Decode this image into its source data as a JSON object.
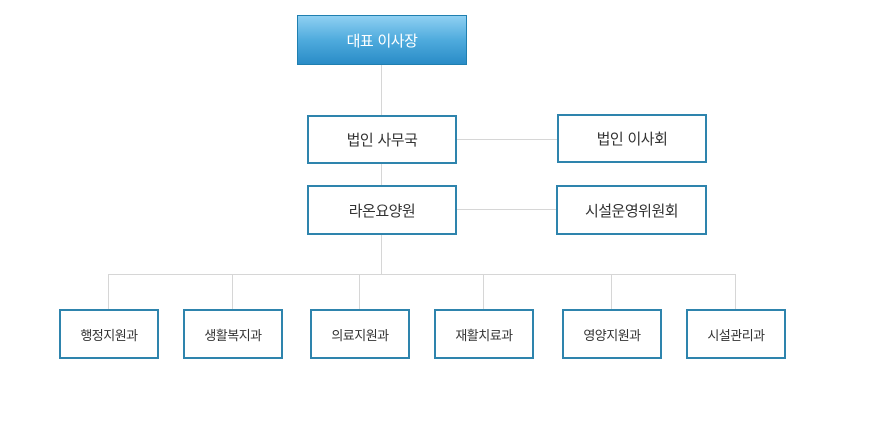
{
  "org": {
    "top": "대표 이사장",
    "office": "법인 사무국",
    "board": "법인 이사회",
    "center": "라온요양원",
    "committee": "시설운영위원회",
    "departments": [
      "행정지원과",
      "생활복지과",
      "의료지원과",
      "재활치료과",
      "영양지원과",
      "시설관리과"
    ]
  },
  "colors": {
    "box_border": "#2e84ad",
    "top_fill": "#4fabdd",
    "connector": "#d6d6d6"
  }
}
